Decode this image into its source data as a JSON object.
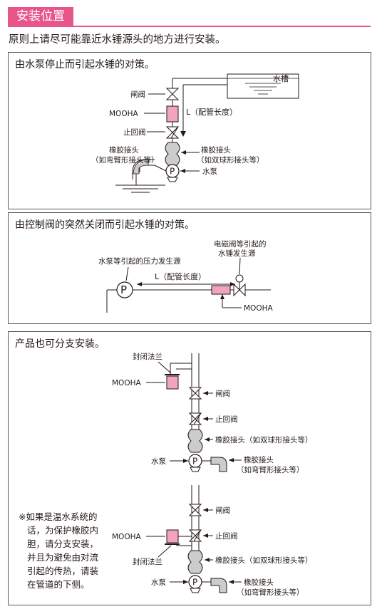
{
  "header": {
    "title": "安装位置",
    "intro": "原则上请尽可能靠近水锤源头的地方进行安装。",
    "accent_color": "#e8558a",
    "mooha_color": "#f2a3c1"
  },
  "panel1": {
    "title": "由水泵停止而引起水锤的对策。",
    "labels": {
      "gate_valve": "闸阀",
      "mooha": "MOOHA",
      "check_valve": "止回阀",
      "rubber_joint_left": "橡胶接头",
      "rubber_joint_left_note": "（如弯臂形接头等）",
      "rubber_joint_right": "橡胶接头",
      "rubber_joint_right_note": "（如双球形接头等）",
      "pump": "水泵",
      "tank": "水槽",
      "length": "L（配管长度）",
      "pump_symbol": "P"
    }
  },
  "panel2": {
    "title": "由控制阀的突然关闭而引起水锤的对策。",
    "labels": {
      "pressure_source": "水泵等引起的压力发生源",
      "solenoid_line1": "电磁阀等引起的",
      "solenoid_line2": "水锤发生源",
      "length": "L（配管长度）",
      "mooha": "MOOHA",
      "pump_symbol": "P"
    }
  },
  "panel3": {
    "title": "产品也可分支安装。",
    "upper": {
      "sealed_flange": "封闭法兰",
      "mooha": "MOOHA",
      "gate_valve": "闸阀",
      "check_valve": "止回阀",
      "rubber_joint_ball": "橡胶接头（如双球形接头等）",
      "pump": "水泵",
      "rubber_joint_elbow": "橡胶接头",
      "rubber_joint_elbow_note": "（如弯臂形接头等）",
      "pump_symbol": "P"
    },
    "lower": {
      "gate_valve": "闸阀",
      "mooha": "MOOHA",
      "check_valve": "止回阀",
      "sealed_flange": "封闭法兰",
      "rubber_joint_ball": "橡胶接头（如双球形接头等）",
      "pump": "水泵",
      "rubber_joint_elbow": "橡胶接头",
      "rubber_joint_elbow_note": "（如弯臂形接头等）",
      "pump_symbol": "P"
    },
    "note": [
      "※如果是温水系统的",
      "话，为保护橡胶内",
      "胆，请分支安装，",
      "并且为避免由对流",
      "引起的传热，请装",
      "在管道的下侧。"
    ]
  }
}
